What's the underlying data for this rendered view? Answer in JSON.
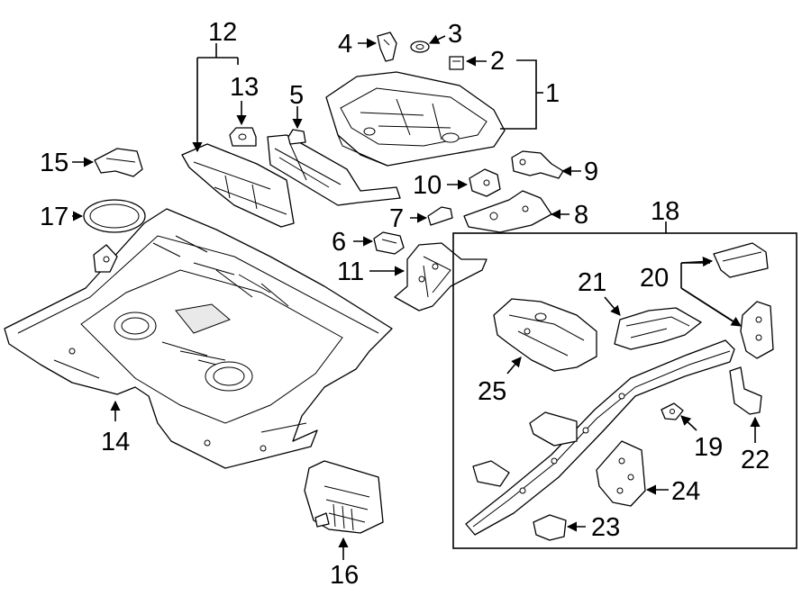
{
  "callouts": {
    "c1": "1",
    "c2": "2",
    "c3": "3",
    "c4": "4",
    "c5": "5",
    "c6": "6",
    "c7": "7",
    "c8": "8",
    "c9": "9",
    "c10": "10",
    "c11": "11",
    "c12": "12",
    "c13": "13",
    "c14": "14",
    "c15": "15",
    "c16": "16",
    "c17": "17",
    "c18": "18",
    "c19": "19",
    "c20": "20",
    "c21": "21",
    "c22": "22",
    "c23": "23",
    "c24": "24",
    "c25": "25"
  },
  "colors": {
    "line": "#000000",
    "background": "#ffffff",
    "fill": "#ffffff"
  }
}
